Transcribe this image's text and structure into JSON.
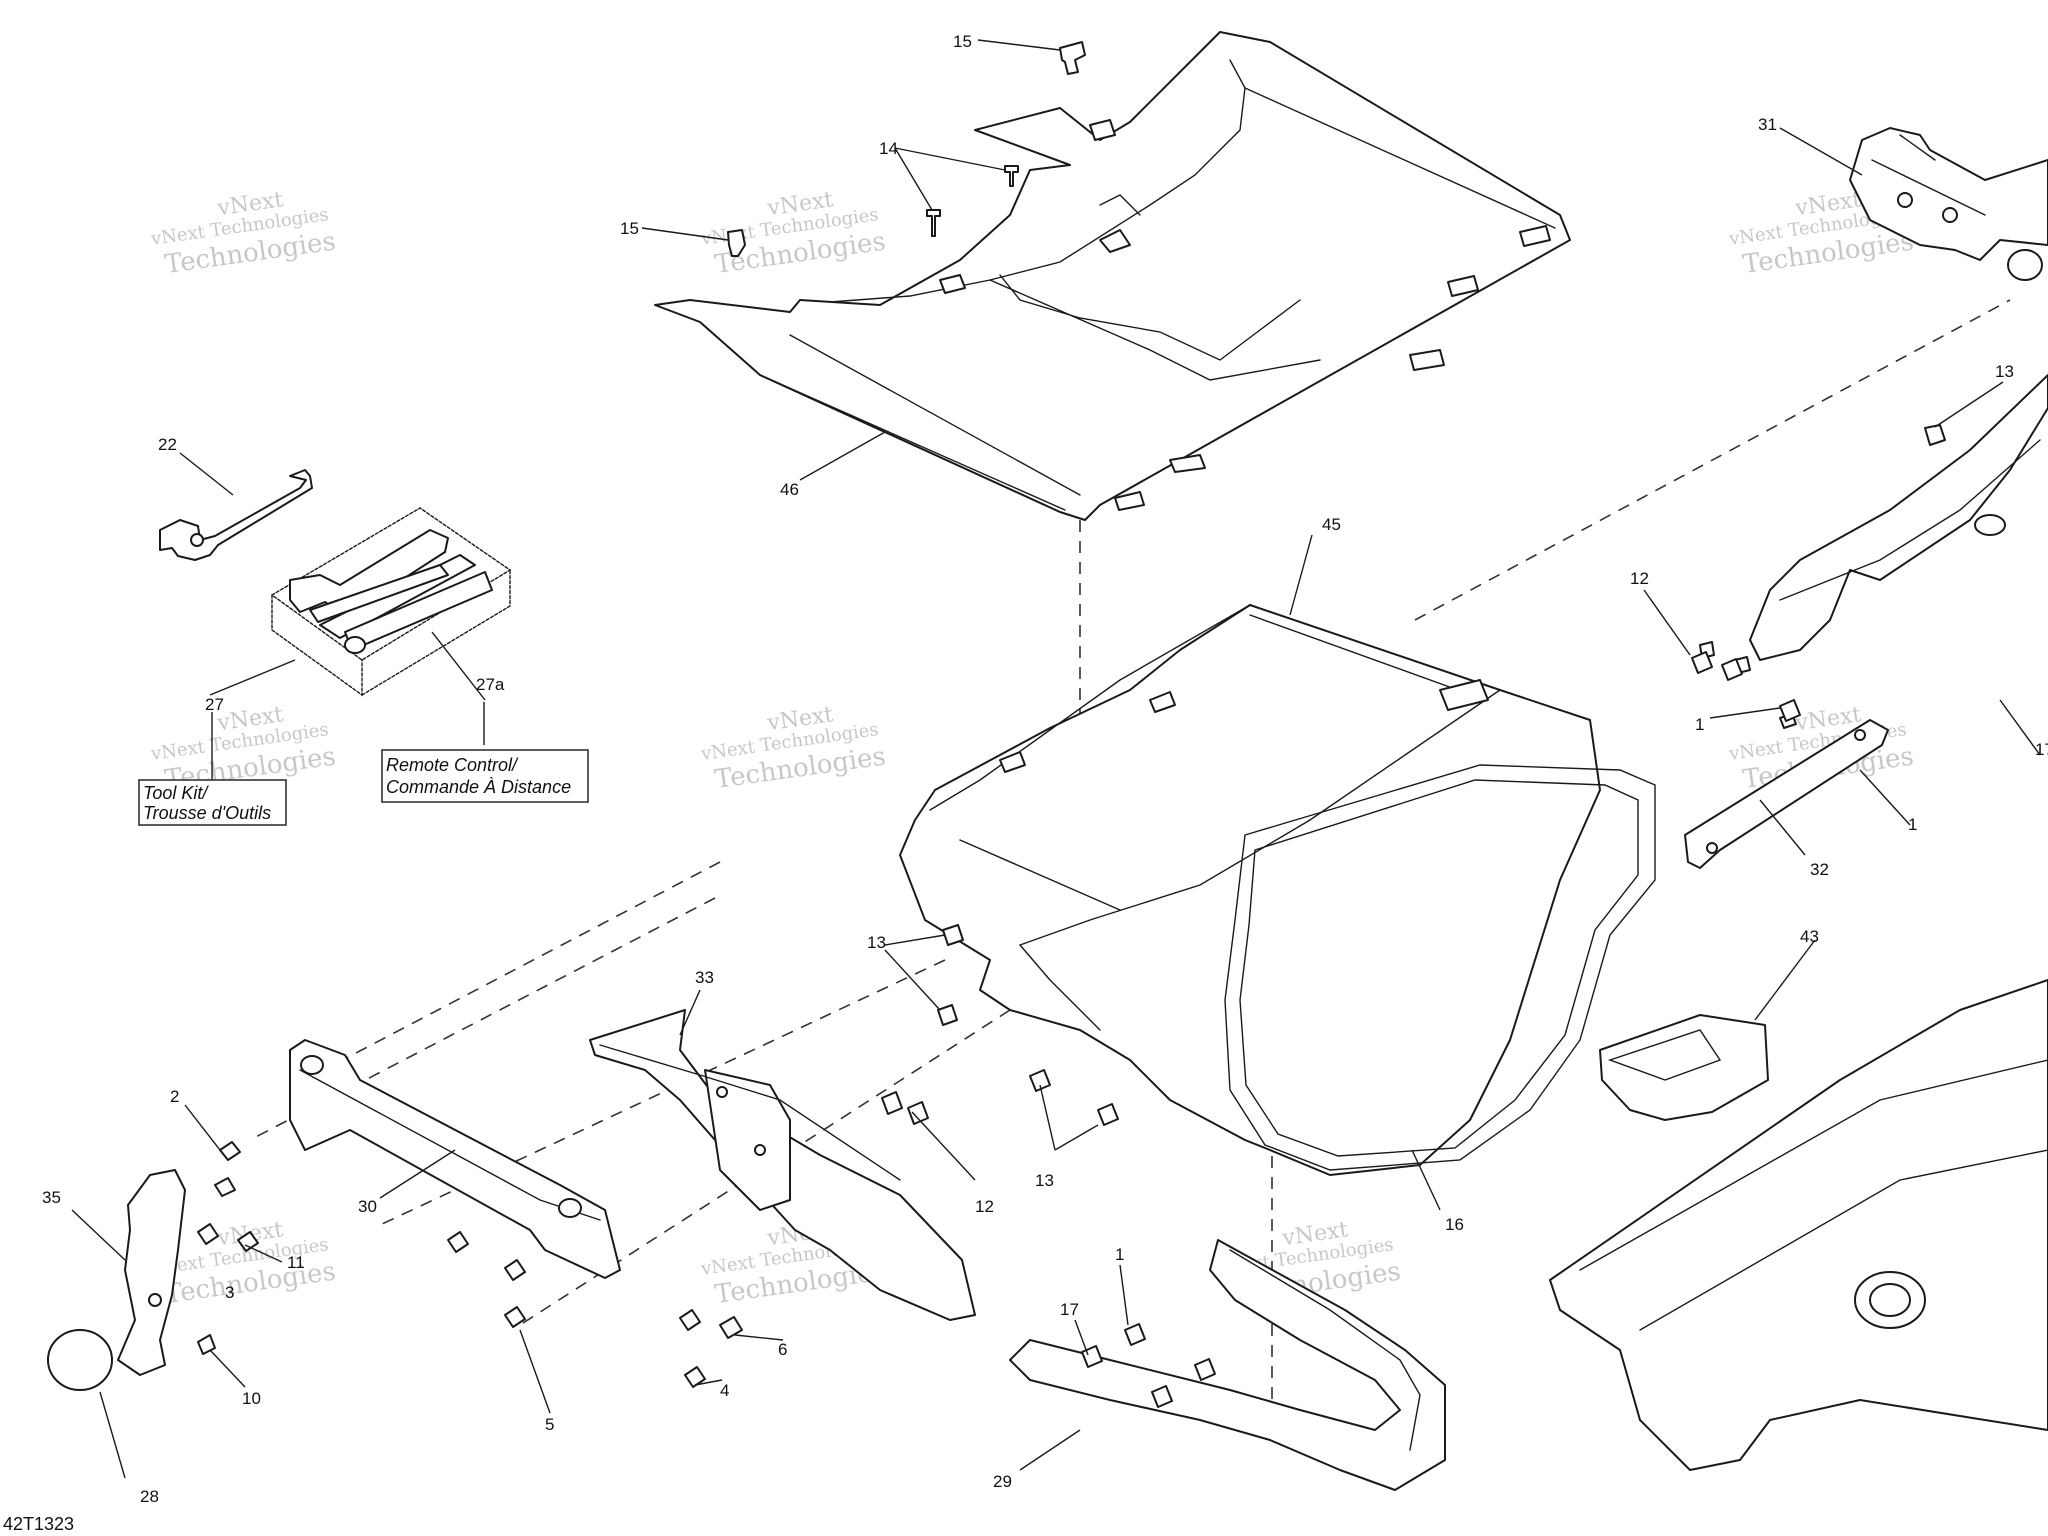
{
  "diagram": {
    "reference_code": "42T1323",
    "watermark": {
      "line1": "vNext Technologies",
      "line2": "Technologies",
      "line0": "vNext"
    },
    "callouts": [
      "15",
      "14",
      "15",
      "31",
      "22",
      "46",
      "45",
      "13",
      "12",
      "1",
      "17",
      "27",
      "27a",
      "32",
      "1",
      "33",
      "13",
      "43",
      "2",
      "30",
      "12",
      "13",
      "16",
      "35",
      "11",
      "3",
      "10",
      "5",
      "4",
      "6",
      "17",
      "1",
      "29",
      "28"
    ],
    "notes": {
      "tool_kit": [
        "Tool Kit/",
        "Trousse d'Outils"
      ],
      "remote_control": [
        "Remote Control/",
        "Commande À Distance"
      ]
    }
  }
}
